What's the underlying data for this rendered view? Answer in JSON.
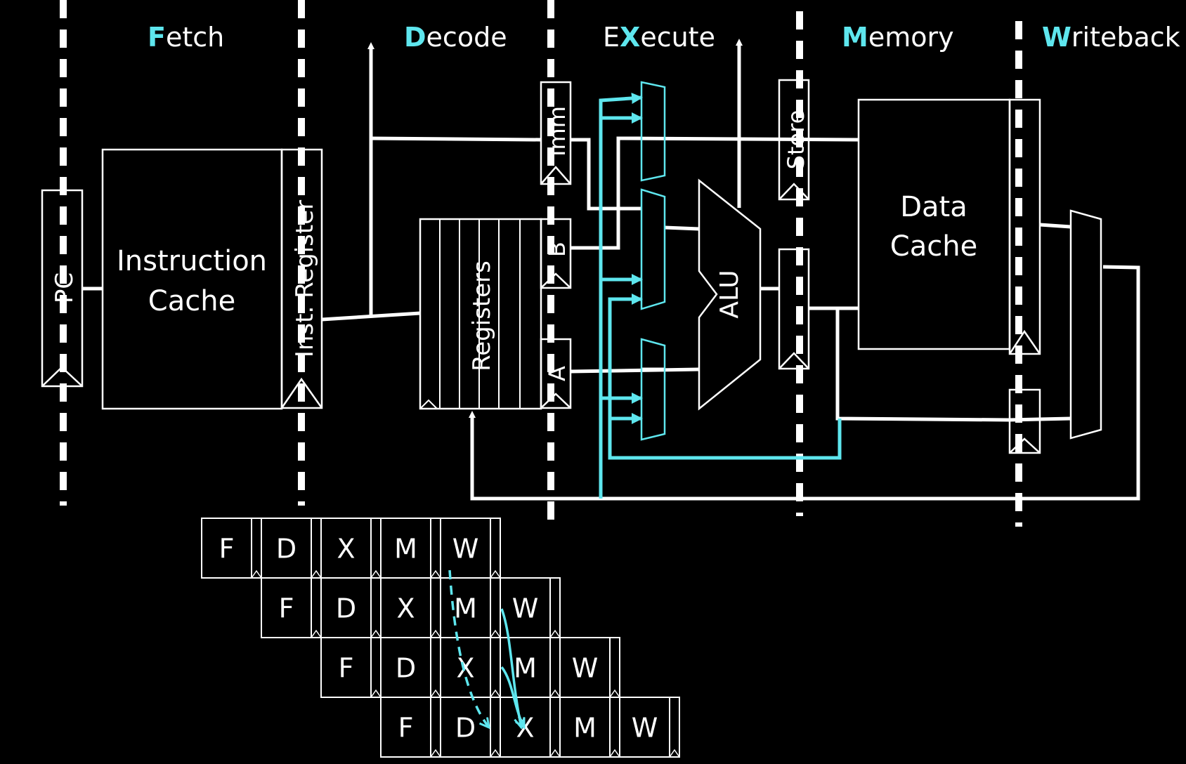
{
  "colors": {
    "background": "#000000",
    "wire": "#ffffff",
    "accent": "#5ee6ee"
  },
  "stages": [
    {
      "first": "F",
      "rest": "etch"
    },
    {
      "first": "D",
      "rest": "ecode"
    },
    {
      "pre": "E",
      "first": "X",
      "rest": "ecute"
    },
    {
      "first": "M",
      "rest": "emory"
    },
    {
      "first": "W",
      "rest": "riteback"
    }
  ],
  "blocks": {
    "pc": "PC",
    "icache_line1": "Instruction",
    "icache_line2": "Cache",
    "inst_register": "Inst. Register",
    "registers": "Registers",
    "imm": "Imm",
    "reg_b": "B",
    "reg_a": "A",
    "alu": "ALU",
    "store": "Store",
    "dcache_line1": "Data",
    "dcache_line2": "Cache"
  },
  "pipeline_rows": [
    [
      "F",
      "D",
      "X",
      "M",
      "W"
    ],
    [
      "F",
      "D",
      "X",
      "M",
      "W"
    ],
    [
      "F",
      "D",
      "X",
      "M",
      "W"
    ],
    [
      "F",
      "D",
      "X",
      "M",
      "W"
    ]
  ]
}
